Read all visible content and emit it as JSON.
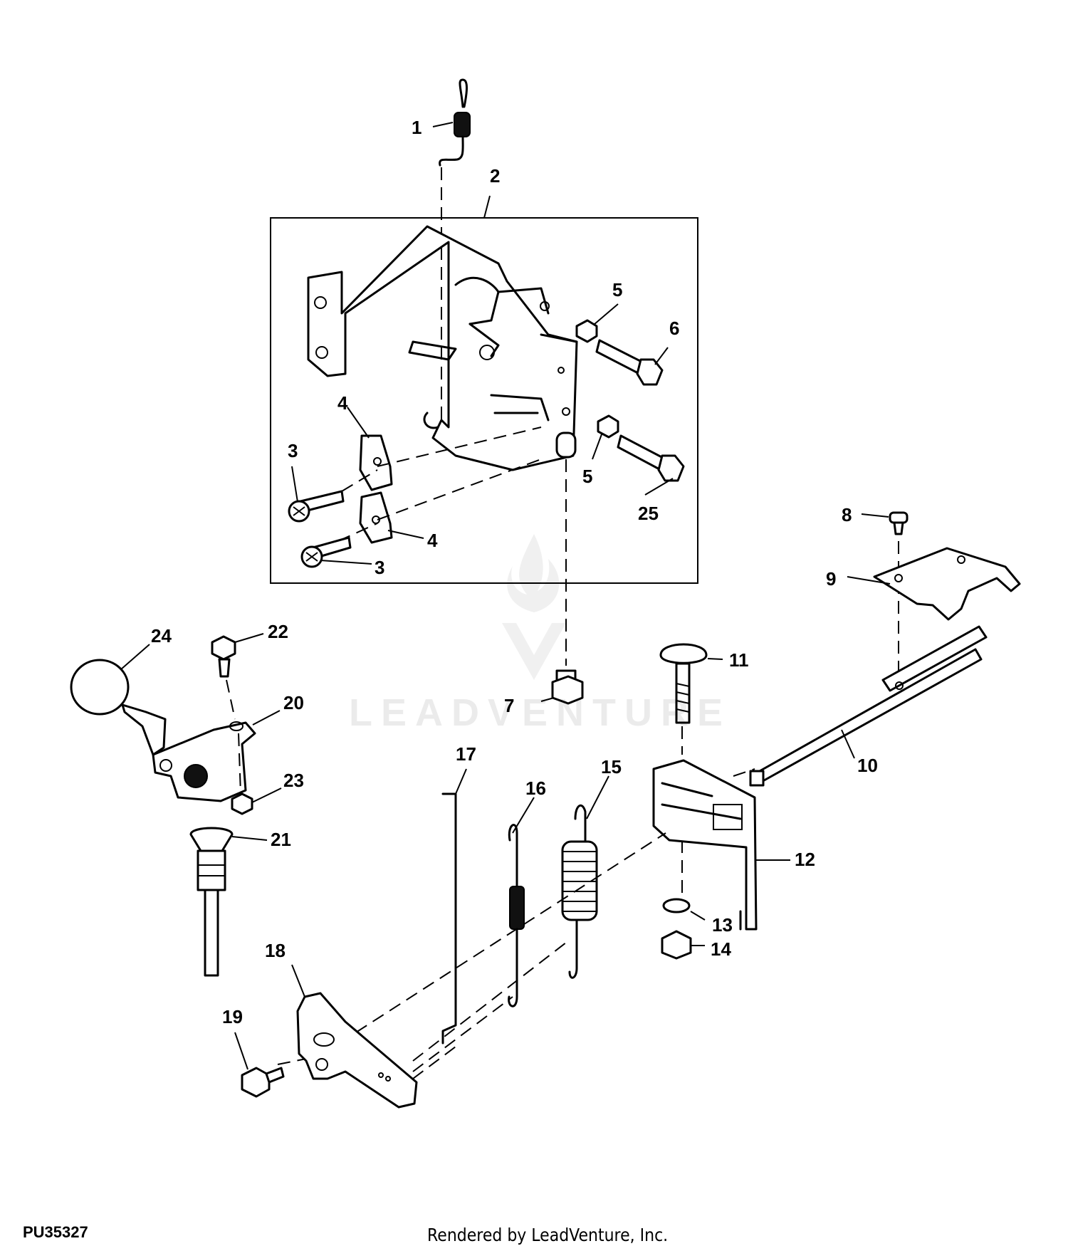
{
  "figure_code": "PU35327",
  "credit": "Rendered by LeadVenture, Inc.",
  "watermark": "LEADVENTURE",
  "callouts": {
    "c1": "1",
    "c2": "2",
    "c3a": "3",
    "c3b": "3",
    "c4a": "4",
    "c4b": "4",
    "c5a": "5",
    "c5b": "5",
    "c6": "6",
    "c7": "7",
    "c8": "8",
    "c9": "9",
    "c10": "10",
    "c11": "11",
    "c12": "12",
    "c13": "13",
    "c14": "14",
    "c15": "15",
    "c16": "16",
    "c17": "17",
    "c18": "18",
    "c19": "19",
    "c20": "20",
    "c21": "21",
    "c22": "22",
    "c23": "23",
    "c24": "24",
    "c25": "25"
  }
}
